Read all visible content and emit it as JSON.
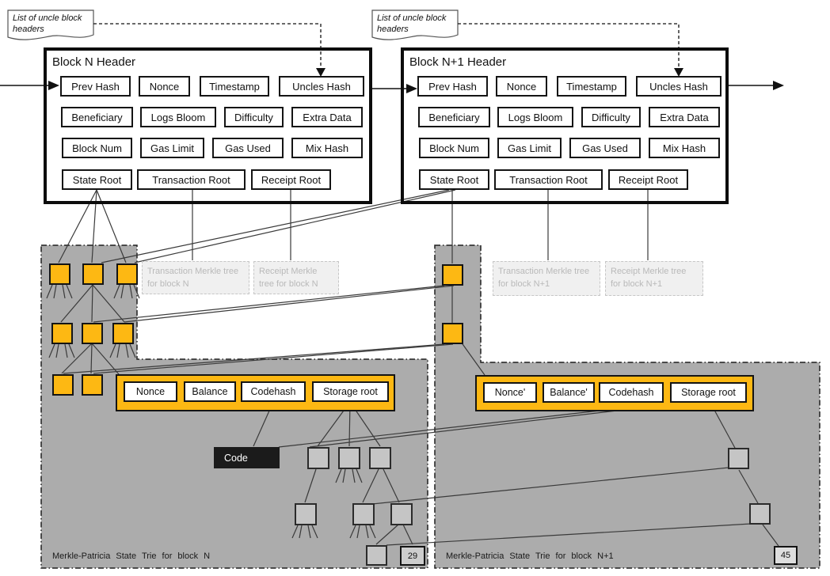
{
  "notes": {
    "left": "List of uncle block headers",
    "right": "List of uncle block headers"
  },
  "headers": [
    {
      "title": "Block N Header",
      "rows": [
        [
          "Prev Hash",
          "Nonce",
          "Timestamp",
          "Uncles Hash"
        ],
        [
          "Beneficiary",
          "Logs Bloom",
          "Difficulty",
          "Extra Data"
        ],
        [
          "Block Num",
          "Gas Limit",
          "Gas Used",
          "Mix Hash"
        ],
        [
          "State Root",
          "Transaction Root",
          "Receipt Root"
        ]
      ]
    },
    {
      "title": "Block N+1 Header",
      "rows": [
        [
          "Prev Hash",
          "Nonce",
          "Timestamp",
          "Uncles Hash"
        ],
        [
          "Beneficiary",
          "Logs Bloom",
          "Difficulty",
          "Extra Data"
        ],
        [
          "Block Num",
          "Gas Limit",
          "Gas Used",
          "Mix Hash"
        ],
        [
          "State Root",
          "Transaction Root",
          "Receipt Root"
        ]
      ]
    }
  ],
  "merkle_tree_labels": [
    "Transaction Merkle tree for block N",
    "Receipt Merkle tree for block N",
    "Transaction Merkle tree for block N+1",
    "Receipt Merkle tree for block N+1"
  ],
  "account_nodes": [
    {
      "fields": [
        "Nonce",
        "Balance",
        "Codehash",
        "Storage root"
      ]
    },
    {
      "fields": [
        "Nonce'",
        "Balance'",
        "Codehash",
        "Storage root"
      ]
    }
  ],
  "code_box_label": "Code",
  "storage_leaf_values": {
    "block_n": "29",
    "block_n_plus_1": "45"
  },
  "trie_captions": [
    "Merkle-Patricia State Trie for block N",
    "Merkle-Patricia State Trie for block N+1"
  ],
  "colors": {
    "node_orange": "#FDB813",
    "region_gray": "#ACACAC",
    "shared_node_gray": "#C5C5C5",
    "code_black": "#1B1B1B",
    "faded_label_gray": "#B9B9B9"
  }
}
